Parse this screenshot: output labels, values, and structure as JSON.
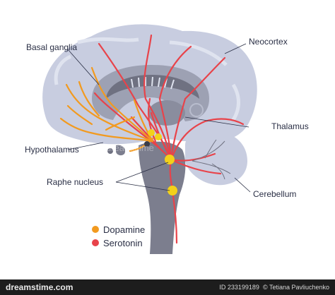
{
  "labels": {
    "basal_ganglia": "Basal ganglia",
    "neocortex": "Neocortex",
    "thalamus": "Thalamus",
    "hypothalamus": "Hypothalamus",
    "raphe_nucleus": "Raphe nucleus",
    "cerebellum": "Cerebellum"
  },
  "legend": [
    {
      "label": "Dopamine",
      "color": "#f29a1f"
    },
    {
      "label": "Serotonin",
      "color": "#e8434a"
    }
  ],
  "colors": {
    "brain": "#c8cde0",
    "brain_dark": "#6f7181",
    "brain_mid": "#9da1b3",
    "brainstem": "#7c7e8e",
    "dopamine": "#f29a1f",
    "serotonin": "#e8434a",
    "nucleus": "#f3d11a"
  },
  "watermark": "dreamstime",
  "footer": {
    "logo": "dreamstime.com",
    "id_text": "ID 233199189",
    "author": "© Tetiana Pavliuchenko"
  }
}
